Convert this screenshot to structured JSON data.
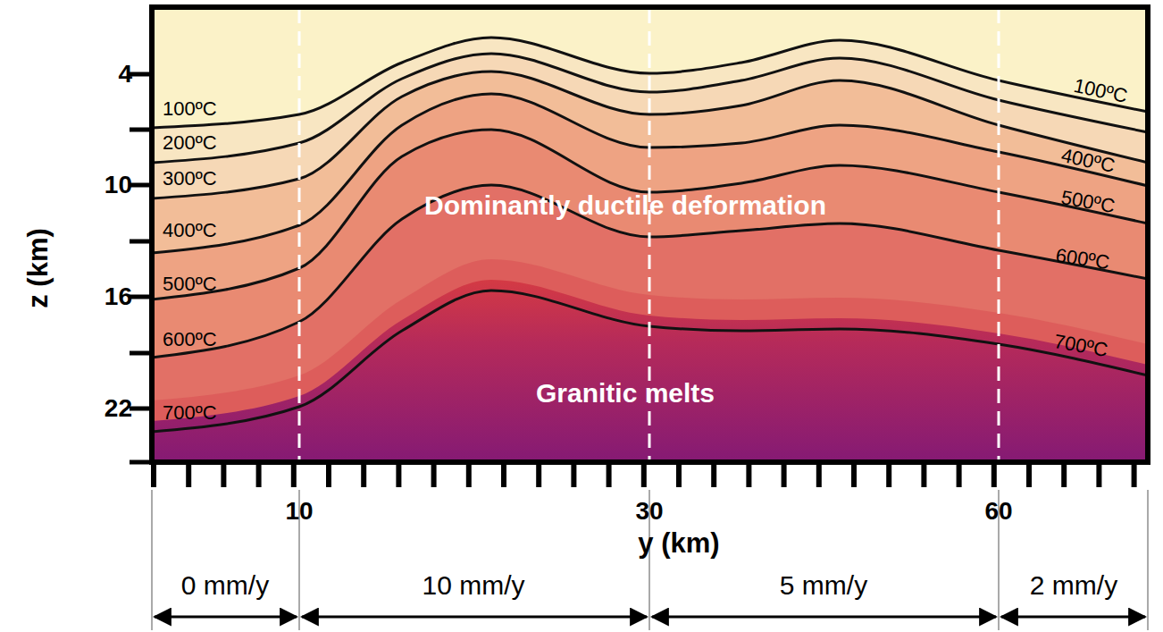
{
  "diagram": {
    "labels": [
      "4",
      "10",
      "16",
      "22",
      "z (km)",
      "10",
      "30",
      "60",
      "y (km)",
      "100ºC",
      "200ºC",
      "300ºC",
      "400ºC",
      "500ºC",
      "600ºC",
      "700ºC",
      "100ºC",
      "400ºC",
      "500ºC",
      "600ºC",
      "700ºC",
      "Dominantly ductile deformation",
      "Granitic melts",
      "0 mm/y",
      "10 mm/y",
      "5 mm/y",
      "2 mm/y"
    ]
  }
}
